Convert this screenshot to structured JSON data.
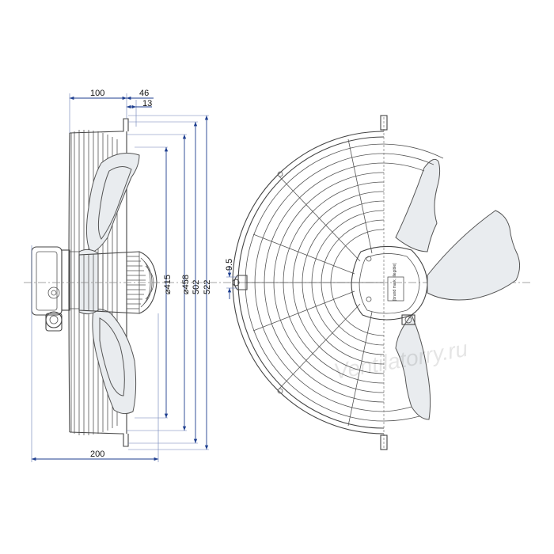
{
  "dimensions": {
    "width_top": "100",
    "offset_top": "46",
    "flange_top": "13",
    "overall_width": "200",
    "hole_size": "9.5",
    "blade_diameter": "⌀415",
    "inner_ring_diameter": "⌀458",
    "bolt_circle": "502",
    "guard_outer": "522"
  },
  "nameplate": {
    "label": "[brand mark, illegible]"
  },
  "watermark": {
    "text": "Ventilatorry.ru"
  },
  "colors": {
    "dimension_line": "#1d3d8f",
    "part_outline": "#444444",
    "blade_fill": "#e9ecef"
  }
}
